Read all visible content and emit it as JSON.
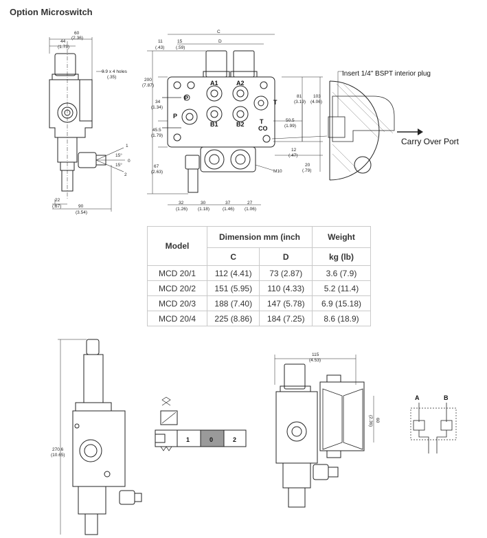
{
  "page": {
    "title": "Option Microswitch"
  },
  "labels": {
    "port_a1": "A1",
    "port_a2": "A2",
    "port_b1": "B1",
    "port_b2": "B2",
    "port_p": "P",
    "port_t": "T",
    "port_co": "CO",
    "insert_note": "Insert 1/4\" BSPT interior plug",
    "carry_over": "Carry Over Port",
    "m10": "M10",
    "holes": "9.9 x 4 holes",
    "holes_in": "(.35)",
    "switch_pos_1": "1",
    "switch_pos_0": "0",
    "switch_pos_2": "2",
    "schematic_a": "A",
    "schematic_b": "B",
    "angle_1": "1",
    "angle_0": "0",
    "angle_2": "2",
    "angle_15a": "15°",
    "angle_15b": "15°"
  },
  "dims": {
    "d60": "60",
    "d60i": "(2.36)",
    "d44": "44",
    "d44i": "(1.73)",
    "d22": "22",
    "d22i": "(.87)",
    "d90": "90",
    "d90i": "(3.54)",
    "dC": "C",
    "dD": "D",
    "d11": "11",
    "d11i": "(.43)",
    "d15": "15",
    "d15i": "(.59)",
    "d200": "200",
    "d200i": "(7.87)",
    "d34": "34",
    "d34i": "(1.34)",
    "d455": "45.5",
    "d455i": "(1.79)",
    "d67": "67",
    "d67i": "(2.63)",
    "d32": "32",
    "d32i": "(1.26)",
    "d30": "30",
    "d30i": "(1.18)",
    "d37": "37",
    "d37i": "(1.46)",
    "d27": "27",
    "d27i": "(1.06)",
    "d81": "81",
    "d81i": "(3.19)",
    "d103": "103",
    "d103i": "(4.06)",
    "d505": "50.5",
    "d505i": "(1.99)",
    "d12": "12",
    "d12i": "(.47)",
    "d20": "20",
    "d20i": "(.79)",
    "d2706": "270.6",
    "d2706i": "(10.65)",
    "d115": "115",
    "d115i": "(4.53)",
    "d60b": "60",
    "d60bi": "(2.36)"
  },
  "table": {
    "headers": {
      "model": "Model",
      "dimension": "Dimension mm (inch",
      "weight": "Weight",
      "c": "C",
      "d": "D",
      "kg": "kg (lb)"
    },
    "rows": [
      {
        "model": "MCD 20/1",
        "c": "112 (4.41)",
        "d": "73 (2.87)",
        "w": "3.6 (7.9)"
      },
      {
        "model": "MCD 20/2",
        "c": "151 (5.95)",
        "d": "110 (4.33)",
        "w": "5.2 (11.4)"
      },
      {
        "model": "MCD 20/3",
        "c": "188 (7.40)",
        "d": "147 (5.78)",
        "w": "6.9 (15.18)"
      },
      {
        "model": "MCD 20/4",
        "c": "225 (8.86)",
        "d": "184 (7.25)",
        "w": "8.6 (18.9)"
      }
    ]
  },
  "colors": {
    "line": "#222222",
    "switch_mid": "#9a9a9a"
  }
}
